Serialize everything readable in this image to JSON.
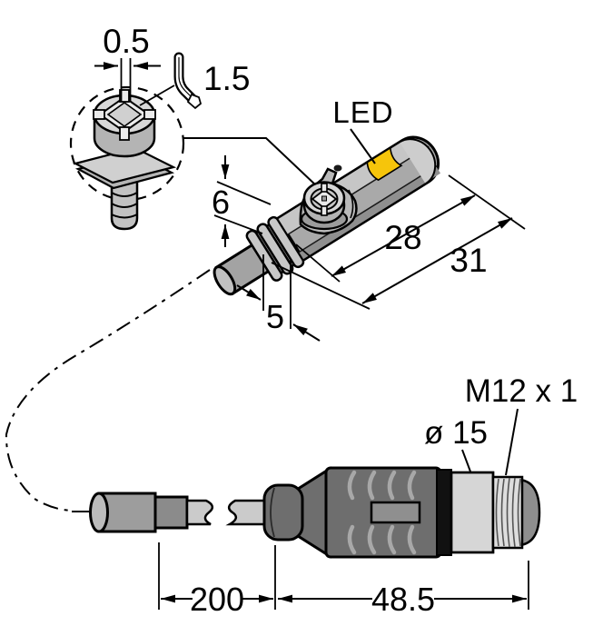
{
  "diagram_type": "sensor-dimension-drawing",
  "detail_view": {
    "slot_width": "0.5",
    "hex_key_size": "1.5"
  },
  "sensor": {
    "led_label": "LED",
    "gland_diameter": "6",
    "gland_length": "5",
    "housing_length": "28",
    "overall_length": "31"
  },
  "connector": {
    "diameter_label": "ø 15",
    "thread_label": "M12 x 1"
  },
  "cable": {
    "section_length": "200",
    "connector_length": "48.5"
  },
  "colors": {
    "accent_yellow": "#F6C50B",
    "line_black": "#000000",
    "housing_gray": "#A9A9A9",
    "housing_light_gray": "#C6C6C6",
    "connector_dark_gray": "#6E6E6E",
    "cable_gray": "#9D9D9D",
    "thin_cable_gray": "#CBCBCB",
    "knurl_gray": "#D6D6D6"
  }
}
